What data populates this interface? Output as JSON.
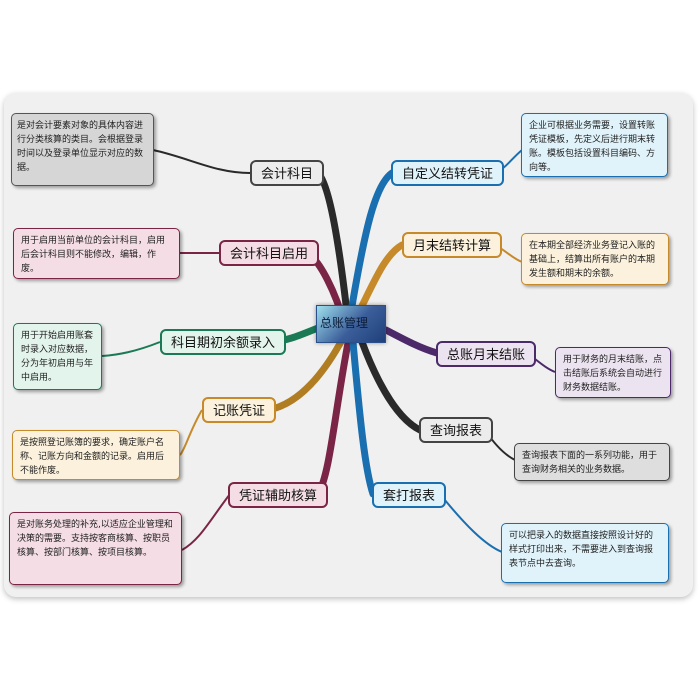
{
  "center": {
    "label": "总账管理"
  },
  "colors": {
    "black": "#2a2a2a",
    "maroon": "#7a2545",
    "teal": "#1a7a55",
    "gold": "#b07d22",
    "blue": "#1a6fb0",
    "brown": "#c68a2a",
    "purple": "#4c2a6a"
  },
  "branches": [
    {
      "id": "kjkm",
      "label": "会计科目",
      "note": "是对会计要素对象的具体内容进行分类核算的类目。会根据登录时间以及登录单位显示对应的数据。"
    },
    {
      "id": "kmqy",
      "label": "会计科目启用",
      "note": "用于启用当前单位的会计科目，启用后会计科目则不能修改，编辑，作废。"
    },
    {
      "id": "qcye",
      "label": "科目期初余额录入",
      "note": "用于开始启用账套时录入对应数据，分为年初启用与年中启用。"
    },
    {
      "id": "jzpz",
      "label": "记账凭证",
      "note": "是按照登记账簿的要求，确定账户名称、记账方向和金额的记录。启用后不能作废。"
    },
    {
      "id": "pzfz",
      "label": "凭证辅助核算",
      "note": "是对账务处理的补充,以适应企业管理和决策的需要。支持按客商核算、按职员核算、按部门核算、按项目核算。"
    },
    {
      "id": "zdy",
      "label": "自定义结转凭证",
      "note": "企业可根据业务需要，设置转账凭证模板，先定义后进行期末转账。模板包括设置科目编码、方向等。"
    },
    {
      "id": "ymjz",
      "label": "月末结转计算",
      "note": "在本期全部经济业务登记入账的基础上，结算出所有账户的本期发生额和期末的余额。"
    },
    {
      "id": "zzyj",
      "label": "总账月末结账",
      "note": "用于财务的月末结账，点击结账后系统会自动进行财务数据结账。"
    },
    {
      "id": "cxbb",
      "label": "查询报表",
      "note": "查询报表下面的一系列功能，用于查询财务相关的业务数据。"
    },
    {
      "id": "tdbb",
      "label": "套打报表",
      "note": "可以把录入的数据直接按照设计好的样式打印出来，不需要进入到查询报表节点中去查询。"
    }
  ]
}
